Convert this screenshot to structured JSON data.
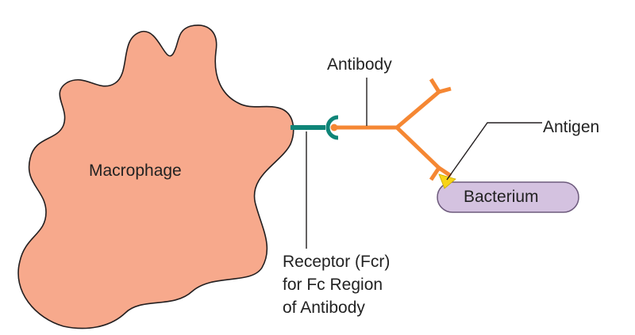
{
  "labels": {
    "macrophage": "Macrophage",
    "antibody": "Antibody",
    "antigen": "Antigen",
    "bacterium": "Bacterium",
    "receptor": [
      "Receptor (Fcr)",
      "for Fc Region",
      "of Antibody"
    ]
  },
  "colors": {
    "macrophage_fill": "#f7a98c",
    "outline": "#231f20",
    "receptor": "#0f8578",
    "antibody": "#f58733",
    "antigen": "#f7d417",
    "bacterium_fill": "#d4c2e0",
    "bacterium_stroke": "#6d5a7c",
    "leader": "#231f20"
  }
}
